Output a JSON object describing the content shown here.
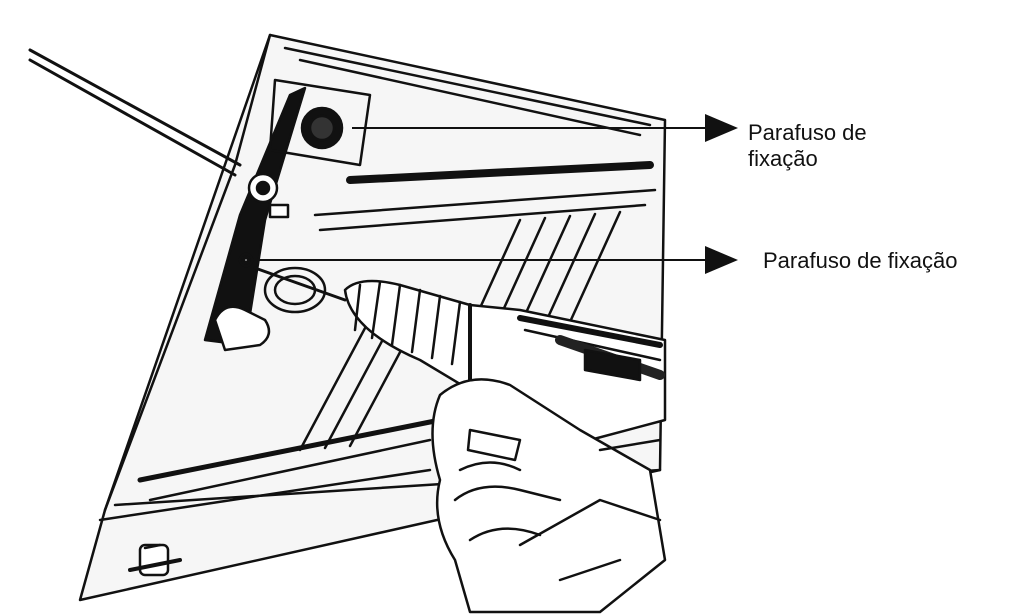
{
  "callouts": [
    {
      "line1": "Parafuso de",
      "line2": "fixação"
    },
    {
      "text": "Parafuso de fixação"
    }
  ],
  "colors": {
    "ink": "#111111",
    "paper": "#ffffff",
    "panel": "#f4f4f4",
    "shade": "#d9d9d9"
  }
}
